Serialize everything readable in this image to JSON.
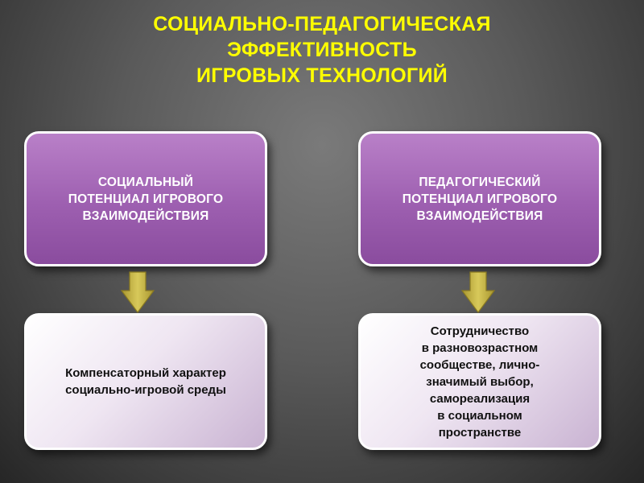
{
  "title": {
    "lines": [
      "СОЦИАЛЬНО-ПЕДАГОГИЧЕСКАЯ",
      "ЭФФЕКТИВНОСТЬ",
      "ИГРОВЫХ ТЕХНОЛОГИЙ"
    ],
    "color": "#ffff00"
  },
  "left_column": {
    "top_box": {
      "lines": [
        "СОЦИАЛЬНЫЙ",
        "ПОТЕНЦИАЛ ИГРОВОГО",
        "ВЗАИМОДЕЙСТВИЯ"
      ]
    },
    "bottom_box": {
      "lines": [
        "Компенсаторный характер",
        "социально-игровой среды"
      ]
    }
  },
  "right_column": {
    "top_box": {
      "lines": [
        "ПЕДАГОГИЧЕСКИЙ",
        "ПОТЕНЦИАЛ ИГРОВОГО",
        "ВЗАИМОДЕЙСТВИЯ"
      ]
    },
    "bottom_box": {
      "lines": [
        "Сотрудничество",
        "в разновозрастном",
        "сообществе, лично-",
        "значимый выбор,",
        "самореализация",
        "в социальном",
        "пространстве"
      ]
    }
  },
  "colors": {
    "top_box": "#9d5fb0",
    "arrow": "#c8b84a"
  },
  "icons": {
    "connector": "down-arrow-icon"
  }
}
